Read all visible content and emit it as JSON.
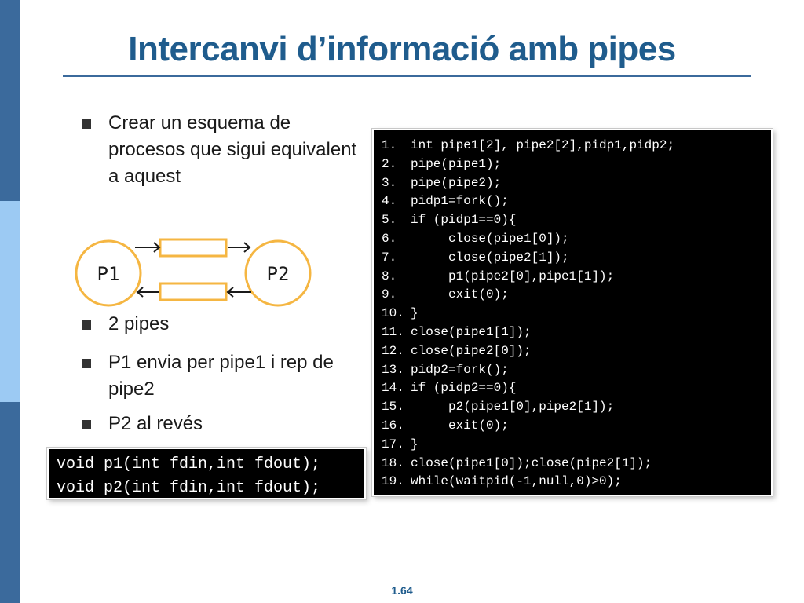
{
  "slide": {
    "title": "Intercanvi d’informació amb pipes",
    "page_number": "1.64",
    "accent_color": "#1f5c8d"
  },
  "bullets": [
    {
      "text": "Crear un esquema de procesos que sigui equivalent a aquest"
    },
    {
      "text": "2 pipes"
    },
    {
      "text": "P1 envia per pipe1 i rep de pipe2"
    },
    {
      "text": "P2 al revés"
    }
  ],
  "diagram": {
    "node1_label": "P1",
    "node2_label": "P2",
    "node_color": "#f5b642"
  },
  "prototypes": [
    "void p1(int fdin,int fdout);",
    "void p2(int fdin,int fdout);"
  ],
  "code": [
    {
      "num": "1.",
      "src": "int pipe1[2], pipe2[2],pidp1,pidp2;"
    },
    {
      "num": "2.",
      "src": "pipe(pipe1);"
    },
    {
      "num": "3.",
      "src": "pipe(pipe2);"
    },
    {
      "num": "4.",
      "src": "pidp1=fork();"
    },
    {
      "num": "5.",
      "src": "if (pidp1==0){"
    },
    {
      "num": "6.",
      "src": "     close(pipe1[0]);"
    },
    {
      "num": "7.",
      "src": "     close(pipe2[1]);"
    },
    {
      "num": "8.",
      "src": "     p1(pipe2[0],pipe1[1]);"
    },
    {
      "num": "9.",
      "src": "     exit(0);"
    },
    {
      "num": "10.",
      "src": "}"
    },
    {
      "num": "11.",
      "src": "close(pipe1[1]);"
    },
    {
      "num": "12.",
      "src": "close(pipe2[0]);"
    },
    {
      "num": "13.",
      "src": "pidp2=fork();"
    },
    {
      "num": "14.",
      "src": "if (pidp2==0){"
    },
    {
      "num": "15.",
      "src": "     p2(pipe1[0],pipe2[1]);"
    },
    {
      "num": "16.",
      "src": "     exit(0);"
    },
    {
      "num": "17.",
      "src": "}"
    },
    {
      "num": "18.",
      "src": "close(pipe1[0]);close(pipe2[1]);"
    },
    {
      "num": "19.",
      "src": "while(waitpid(-1,null,0)>0);"
    }
  ]
}
